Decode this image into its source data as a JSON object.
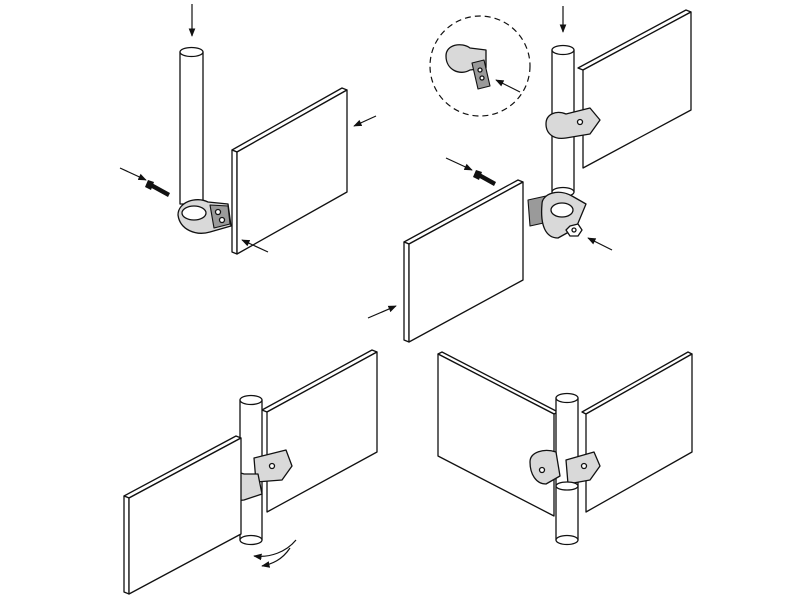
{
  "figure": {
    "panels": [
      {
        "id": "step-1",
        "description_visible_text": ""
      },
      {
        "id": "step-2",
        "description_visible_text": ""
      },
      {
        "id": "step-3",
        "description_visible_text": ""
      },
      {
        "id": "step-4",
        "description_visible_text": ""
      }
    ]
  },
  "colors": {
    "line": "#111111",
    "panel_fill": "#ffffff",
    "clamp_fill": "#d9d9d9",
    "shadow": "#9a9a9a"
  },
  "icons": [
    "arrow-icon",
    "bolt-icon",
    "nut-icon",
    "rotate-arrow-icon",
    "detail-magnifier-icon"
  ]
}
